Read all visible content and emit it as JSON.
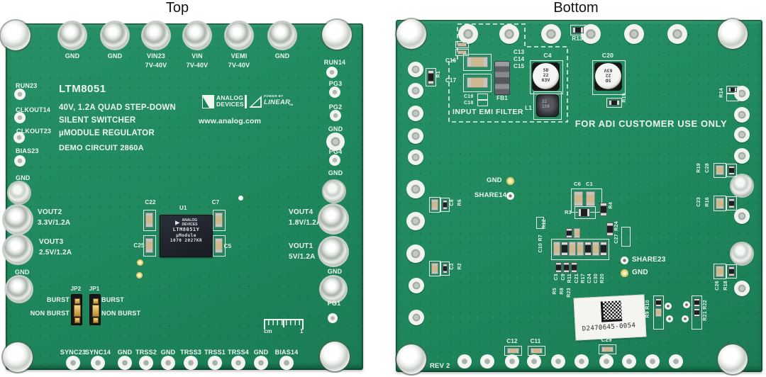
{
  "titles": {
    "left": "Top",
    "right": "Bottom"
  },
  "top_board": {
    "silk": {
      "part": "LTM8051",
      "line1": "40V, 1.2A QUAD STEP-DOWN",
      "line2": "SILENT SWITCHER",
      "line3": "µMODULE REGULATOR",
      "line4": "DEMO CIRCUIT 2860A",
      "url": "www.analog.com"
    },
    "logo": {
      "brand1": "ANALOG",
      "brand2": "DEVICES",
      "power": "POWER BY",
      "linear": "LINEAR",
      "tm": "TM"
    },
    "pins_top": [
      {
        "name": "GND",
        "sub": ""
      },
      {
        "name": "GND",
        "sub": ""
      },
      {
        "name": "VIN23",
        "sub": "7V-40V"
      },
      {
        "name": "VIN",
        "sub": "7V-40V"
      },
      {
        "name": "VEMI",
        "sub": "7V-40V"
      },
      {
        "name": "GND",
        "sub": ""
      }
    ],
    "pins_left": [
      "RUN23",
      "CLKOUT14",
      "CLKOUT23",
      "BIAS23",
      "GND"
    ],
    "outs_left": [
      {
        "name": "VOUT2",
        "rating": "3.3V/1.2A"
      },
      {
        "name": "VOUT3",
        "rating": "2.5V/1.2A"
      }
    ],
    "gnd_left": "GND",
    "pins_right": [
      "RUN14",
      "PG3",
      "PG2",
      "GND",
      "PG4",
      "GND"
    ],
    "outs_right": [
      {
        "name": "VOUT4",
        "rating": "1.8V/1.2A"
      },
      {
        "name": "VOUT1",
        "rating": "5V/1.2A"
      }
    ],
    "gnd_right": "GND",
    "pg1": "PG1",
    "pins_bottom": [
      "SYNC23",
      "SYNC14",
      "GND",
      "TRSS2",
      "GND",
      "TRSS3",
      "TRSS1",
      "TRSS4",
      "GND",
      "BIAS14"
    ],
    "jumpers": {
      "jp2": "JP2",
      "jp1": "JP1",
      "burst_l": "BURST",
      "nonburst_l": "NON BURST",
      "burst_r": "BURST",
      "nonburst_r": "NON BURST"
    },
    "chip": {
      "ref": "U1",
      "brand1": "ANALOG",
      "brand2": "DEVICES",
      "part": "LTM8051Y",
      "family": "µModule",
      "lot": "1070 2027KR"
    },
    "chip_caps": {
      "c22": "C22",
      "c7": "C7",
      "c25": "C25",
      "c5": "C5"
    },
    "ruler": {
      "unit": "cm",
      "one": "1"
    }
  },
  "bottom_board": {
    "notes": {
      "emi": "INPUT EMI FILTER",
      "customer": "FOR ADI CUSTOMER USE ONLY",
      "rev": "REV 2"
    },
    "tps": {
      "gnd_top": "GND",
      "share14": "SHARE14",
      "share23": "SHARE23",
      "gnd_mid": "GND"
    },
    "electrolytics": {
      "c4": "C4",
      "c20": "C20",
      "mark1": "5D",
      "mark2": "22",
      "mark3": "63V"
    },
    "l1_mark1": "22",
    "l1_mark2": "150",
    "serial": "D2470645-0054",
    "refs": {
      "r13": "R13",
      "c13": "C13",
      "c14": "C14",
      "c15": "C15",
      "c16": "C16",
      "c17": "C17",
      "c19": "C19",
      "c18": "C18",
      "fb1": "FB1",
      "l1": "L1",
      "r1": "R1",
      "r15": "R15",
      "r14": "R14",
      "r19": "R19",
      "c28": "C28",
      "c23": "C23",
      "r16": "R16",
      "c26": "C26",
      "r18": "R18",
      "c8": "C8",
      "r6": "R6",
      "c2": "C2",
      "r2": "R2",
      "c6": "C6",
      "c1": "C1",
      "r3": "R3",
      "r4": "R4",
      "r12": "R12",
      "r24": "R24",
      "c27": "C27",
      "c10r7": "C10 R7",
      "c3": "C3",
      "c9": "C9",
      "r11": "R11",
      "c21": "C21",
      "r17": "R17",
      "c24": "C24",
      "c30": "C30",
      "r20": "R20",
      "r5": "R5",
      "r8": "R8",
      "r23": "R23",
      "r9r10": "R9 R10",
      "r21r22": "R21 R22",
      "c12": "C12",
      "c11": "C11",
      "c29": "C29"
    }
  }
}
